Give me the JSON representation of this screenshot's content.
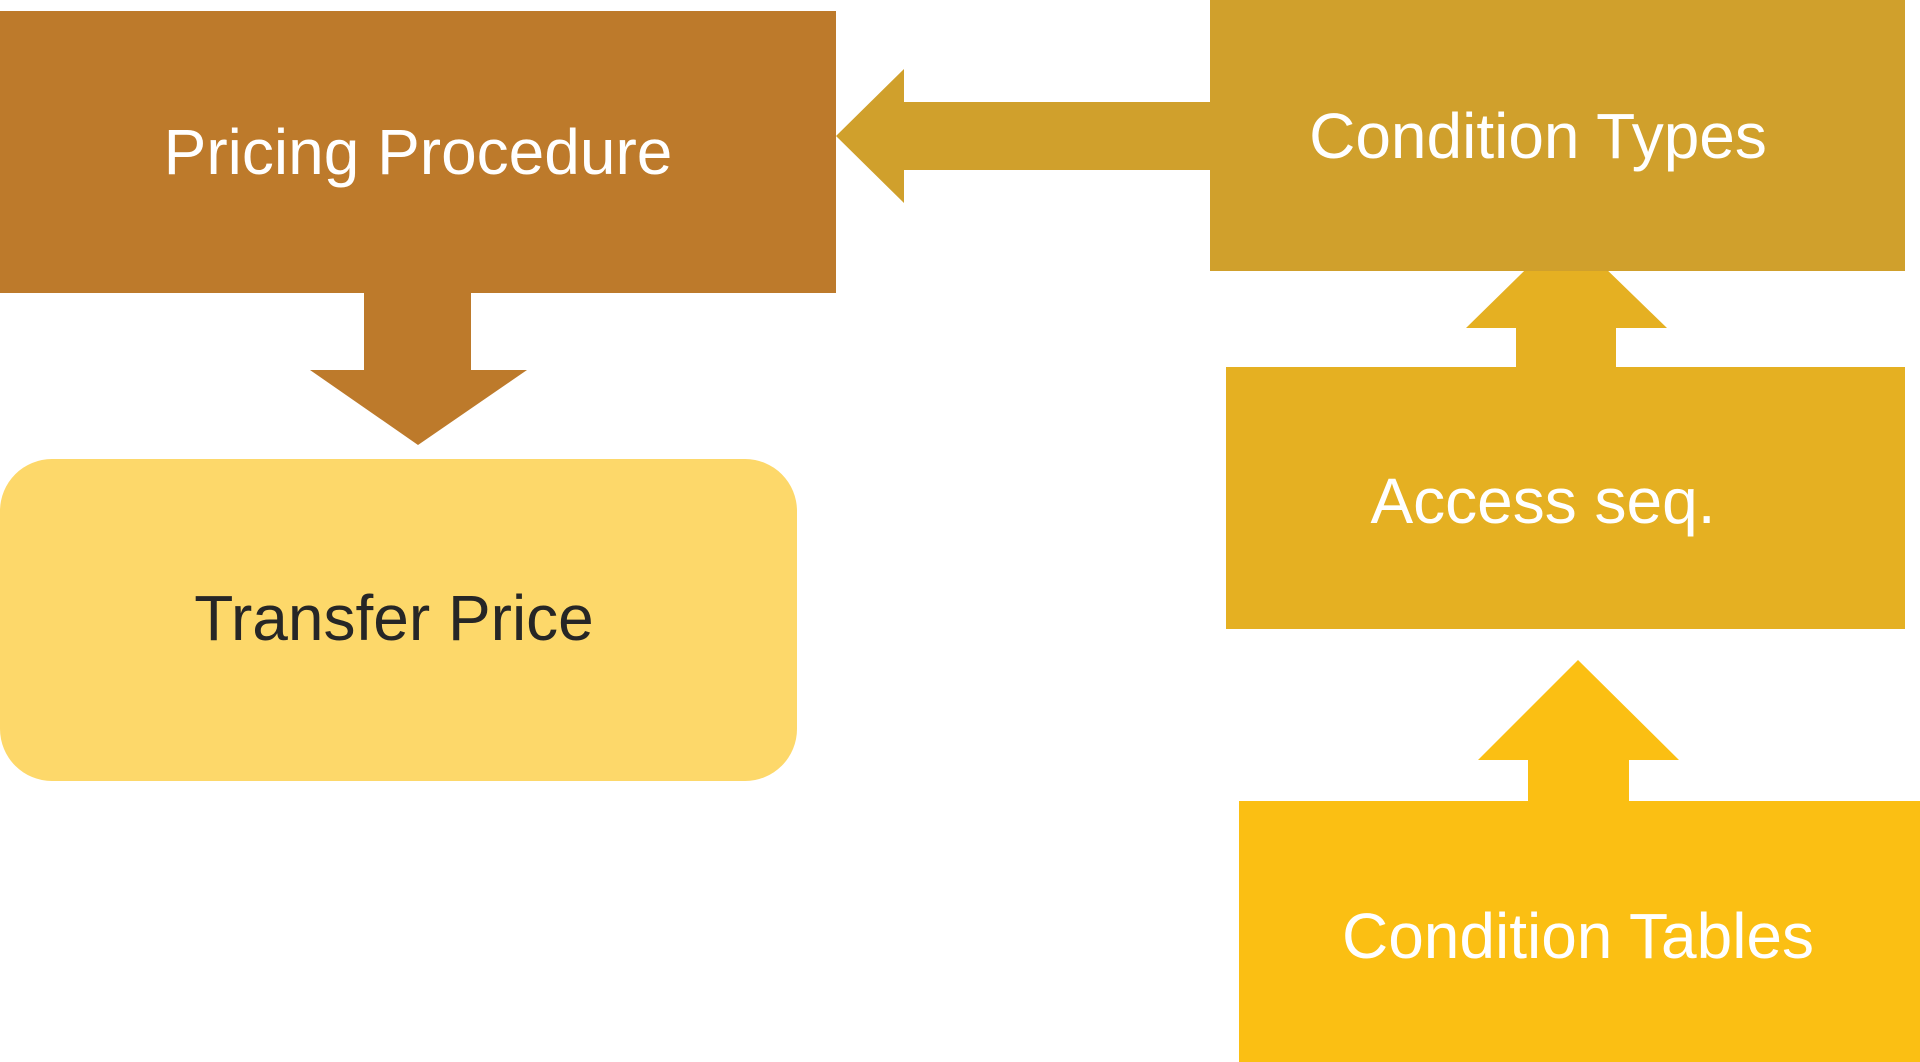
{
  "nodes": {
    "pricing_procedure": {
      "label": "Pricing Procedure",
      "color": "#BD7A2B"
    },
    "transfer_price": {
      "label": "Transfer Price",
      "color": "#FDD86A"
    },
    "condition_types": {
      "label": "Condition Types",
      "color": "#D0A02C"
    },
    "access_seq": {
      "label": "Access seq.",
      "color": "#E5B022"
    },
    "condition_tables": {
      "label": "Condition Tables",
      "color": "#FBBF13"
    }
  },
  "text_colors": {
    "light": "#FFFFFF",
    "dark": "#262626"
  }
}
